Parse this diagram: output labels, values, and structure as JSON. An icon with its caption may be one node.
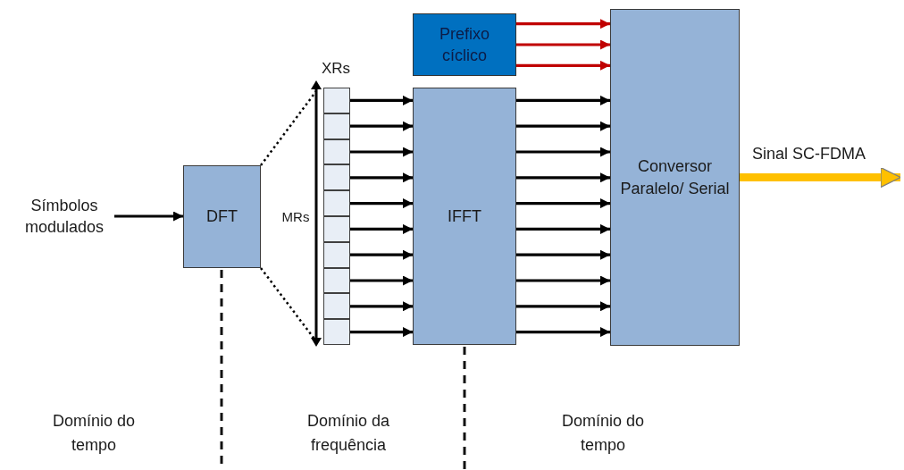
{
  "diagram": {
    "nodes": [
      {
        "text": [
          "Símbolos modulados"
        ]
      },
      {
        "text": [
          "DFT"
        ]
      },
      {
        "text": [],
        "shape": "box"
      },
      {
        "text": [],
        "shape": "box"
      },
      {
        "text": [],
        "shape": "box"
      },
      {
        "text": [],
        "shape": "box"
      },
      {
        "text": [],
        "shape": "box"
      },
      {
        "text": [],
        "shape": "box"
      },
      {
        "text": [],
        "shape": "box"
      },
      {
        "text": [],
        "shape": "box"
      },
      {
        "text": [],
        "shape": "box"
      },
      {
        "text": [],
        "shape": "box"
      },
      {
        "text": [
          "IFFT"
        ]
      },
      {
        "text": [
          "Prefixo cíclico"
        ]
      },
      {
        "text": [
          "Conversor Paralelo/ Serial"
        ]
      }
    ],
    "edges": [
      {
        "from": 0,
        "to": 1,
        "arrow": "to"
      },
      {
        "from": 1,
        "to": 2,
        "arrow": "none",
        "style": "dashed"
      },
      {
        "from": 1,
        "to": 11,
        "arrow": "none",
        "style": "dashed"
      },
      {
        "from": 2,
        "to": 12,
        "arrow": "to"
      },
      {
        "from": 3,
        "to": 12,
        "arrow": "to"
      },
      {
        "from": 4,
        "to": 12,
        "arrow": "to"
      },
      {
        "from": 5,
        "to": 12,
        "arrow": "to"
      },
      {
        "from": 6,
        "to": 12,
        "arrow": "to"
      },
      {
        "from": 7,
        "to": 12,
        "arrow": "to"
      },
      {
        "from": 8,
        "to": 12,
        "arrow": "to"
      },
      {
        "from": 9,
        "to": 12,
        "arrow": "to"
      },
      {
        "from": 10,
        "to": 12,
        "arrow": "to"
      },
      {
        "from": 11,
        "to": 12,
        "arrow": "to"
      },
      {
        "from": 12,
        "to": 14,
        "arrow": "to"
      },
      {
        "from": 12,
        "to": 14,
        "arrow": "to"
      },
      {
        "from": 12,
        "to": 14,
        "arrow": "to"
      },
      {
        "from": 12,
        "to": 14,
        "arrow": "to"
      },
      {
        "from": 12,
        "to": 14,
        "arrow": "to"
      },
      {
        "from": 12,
        "to": 14,
        "arrow": "to"
      },
      {
        "from": 12,
        "to": 14,
        "arrow": "to"
      },
      {
        "from": 12,
        "to": 14,
        "arrow": "to"
      },
      {
        "from": 12,
        "to": 14,
        "arrow": "to"
      },
      {
        "from": 12,
        "to": 14,
        "arrow": "to"
      },
      {
        "from": 13,
        "to": 14,
        "arrow": "to",
        "color": "#c00000"
      },
      {
        "from": 13,
        "to": 14,
        "arrow": "to",
        "color": "#c00000"
      },
      {
        "from": 13,
        "to": 14,
        "arrow": "to",
        "color": "#c00000"
      },
      {
        "from": 14,
        "to": null,
        "arrow": "to",
        "label": "Sinal SC-FDMA",
        "style": "thick",
        "color": "#ffc000"
      }
    ],
    "labels": [
      "XRs",
      "MRs",
      "Domínio do tempo",
      "Domínio da frequência",
      "Domínio do tempo"
    ]
  }
}
